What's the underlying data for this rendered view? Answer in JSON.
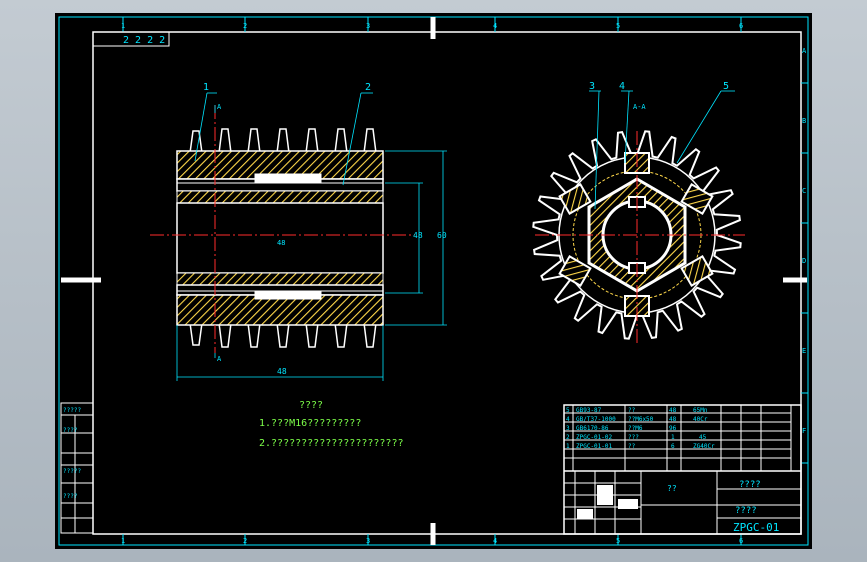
{
  "drawing": {
    "top_left_box": "2 2 2 2",
    "balloons": [
      "1",
      "2",
      "3",
      "4",
      "5"
    ],
    "section_marks": {
      "front_top": "A",
      "front_bottom": "A",
      "side_view": "A-A"
    },
    "dims": {
      "length": "48",
      "outer_diameter": "60",
      "inner_diameter": "48",
      "bore": "48"
    },
    "notes_title": "????",
    "notes": [
      "1.???M16?????????",
      "2.??????????????????????"
    ],
    "left_strip": [
      "?????",
      "????",
      "?????",
      "????"
    ],
    "bom_rows": [
      {
        "no": "5",
        "code": "GB93-87",
        "name": "??",
        "qty": "48",
        "mat": "65Mn"
      },
      {
        "no": "4",
        "code": "GB/T37-1000",
        "name": "??M6x50",
        "qty": "48",
        "mat": "40Cr"
      },
      {
        "no": "3",
        "code": "GB6170-86",
        "name": "??M6",
        "qty": "96",
        "mat": ""
      },
      {
        "no": "2",
        "code": "ZPGC-01-02",
        "name": "???",
        "qty": "1",
        "mat": "45"
      },
      {
        "no": "1",
        "code": "ZPGC-01-01",
        "name": "??",
        "qty": "6",
        "mat": "ZG40Cr"
      }
    ],
    "bom_header": [
      "?",
      "?",
      "??",
      "??",
      "??",
      "??",
      "?",
      "?",
      "??",
      "?",
      "?"
    ],
    "title_cells": {
      "company": "????",
      "drawing_no": "ZPGC-01",
      "part_name": "????",
      "scale": "??"
    },
    "border_numbers_top": [
      "1",
      "2",
      "3",
      "4",
      "5",
      "6"
    ],
    "border_letters_right": [
      "A",
      "B",
      "C",
      "D",
      "E",
      "F"
    ],
    "border_numbers_bottom": [
      "1",
      "2",
      "3",
      "4",
      "5",
      "6"
    ]
  }
}
